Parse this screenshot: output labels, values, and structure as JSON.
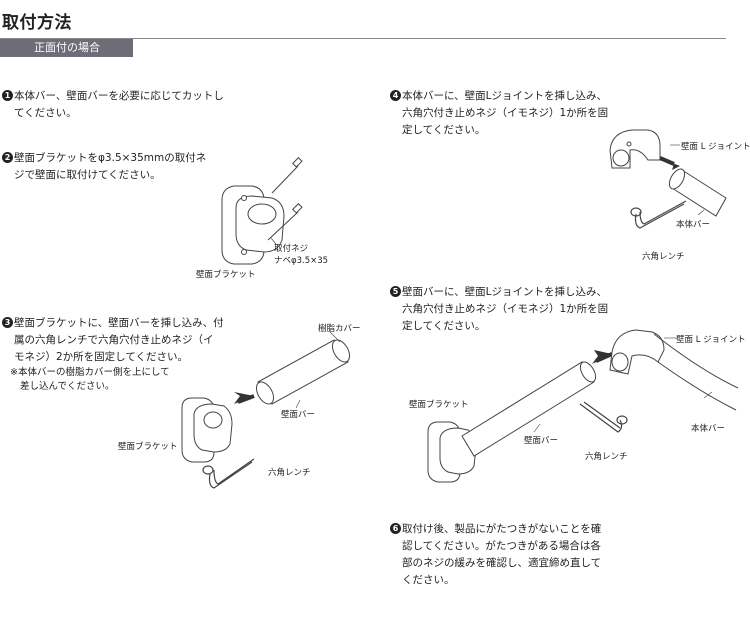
{
  "title": "取付方法",
  "tab": "正面付の場合",
  "steps": [
    {
      "num": "1",
      "lines": [
        "本体バー、壁面バーを必要に応じてカットし",
        "てください。"
      ]
    },
    {
      "num": "2",
      "lines": [
        "壁面ブラケットをφ3.5×35mmの取付ネ",
        "ジで壁面に取付けてください。"
      ]
    },
    {
      "num": "3",
      "lines": [
        "壁面ブラケットに、壁面バーを挿し込み、付",
        "属の六角レンチで六角穴付き止めネジ（イ",
        "モネジ）2か所を固定してください。"
      ],
      "note": [
        "※本体バーの樹脂カバー側を上にして",
        "差し込んでください。"
      ]
    },
    {
      "num": "4",
      "lines": [
        "本体バーに、壁面Lジョイントを挿し込み、",
        "六角穴付き止めネジ（イモネジ）1か所を固",
        "定してください。"
      ]
    },
    {
      "num": "5",
      "lines": [
        "壁面バーに、壁面Lジョイントを挿し込み、",
        "六角穴付き止めネジ（イモネジ）1か所を固",
        "定してください。"
      ]
    },
    {
      "num": "6",
      "lines": [
        "取付け後、製品にがたつきがないことを確",
        "認してください。がたつきがある場合は各",
        "部のネジの緩みを確認し、適宜締め直して",
        "ください。"
      ]
    }
  ],
  "labels": {
    "bracket": "壁面ブラケット",
    "screw_1": "取付ネジ",
    "screw_2": "ナベφ3.5×35",
    "resin_cover": "樹脂カバー",
    "wall_bar": "壁面バー",
    "hex_wrench": "六角レンチ",
    "l_joint": "壁面 L ジョイント",
    "main_bar": "本体バー"
  },
  "colors": {
    "tab_bg": "#6d6d77",
    "rule": "#888888",
    "arrow": "#333333"
  }
}
